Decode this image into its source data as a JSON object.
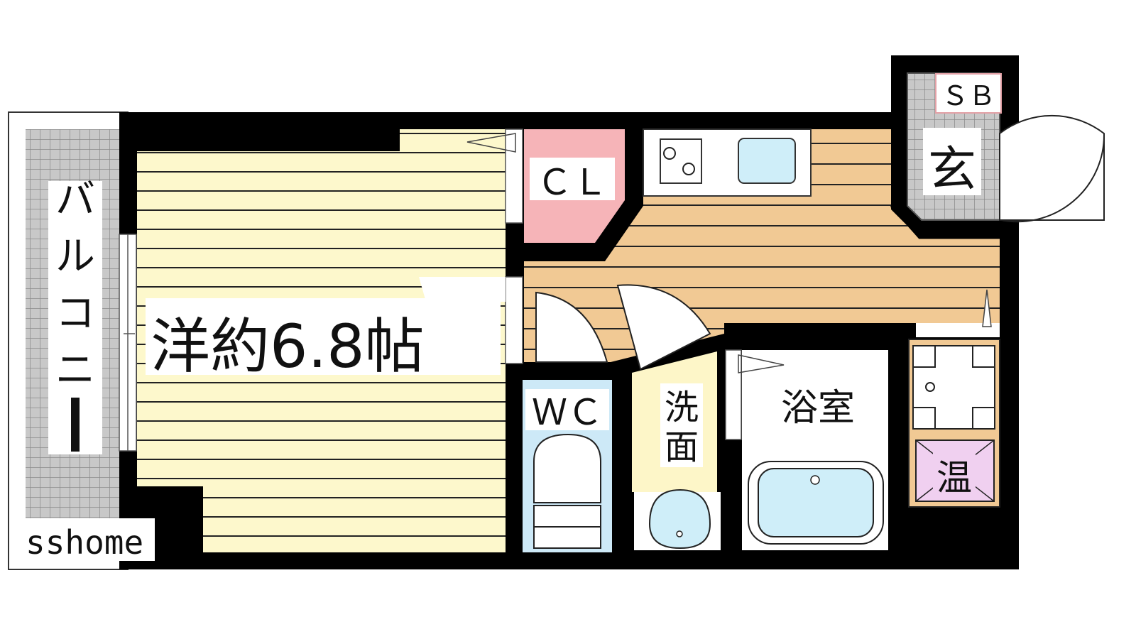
{
  "rooms": {
    "western": "洋約6.8帖",
    "balcony": [
      "バ",
      "ル",
      "コ",
      "ニ",
      "ー"
    ],
    "closet": "ＣＬ",
    "wc": "ＷＣ",
    "washroom": [
      "洗",
      "面"
    ],
    "bathroom": "浴室",
    "entrance": "玄",
    "shoebox": "ＳＢ",
    "water_heater": "温"
  },
  "watermark": "sshome",
  "colors": {
    "western_floor": "#fdf8cc",
    "kitchen_floor": "#f1c994",
    "closet": "#f6b4b8",
    "wc": "#cde9f7",
    "washroom": "#fdf6c8",
    "tile": "#b9b9b9",
    "fixture": "#cfeef9",
    "heater": "#f0d0f0",
    "wall": "#000000"
  }
}
